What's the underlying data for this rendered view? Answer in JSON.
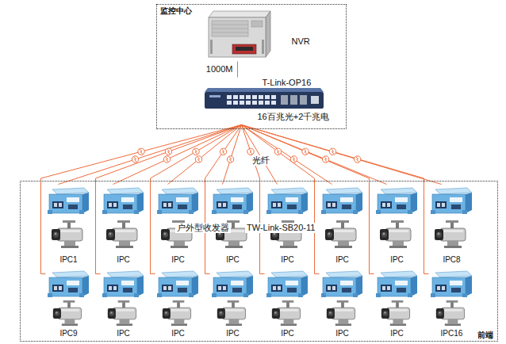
{
  "diagram": {
    "nodes": [
      {
        "text": [
          "监控中心"
        ]
      },
      {
        "text": [
          "NVR"
        ],
        "in": 0
      },
      {
        "text": [
          "T-Link-OP16",
          "16百兆光+2千兆电"
        ],
        "in": 0
      },
      {
        "text": [
          "前端"
        ]
      },
      {
        "text": [
          "IPC1"
        ],
        "in": 3
      },
      {
        "text": [
          "IPC"
        ],
        "in": 3
      },
      {
        "text": [
          "IPC"
        ],
        "in": 3
      },
      {
        "text": [
          "IPC"
        ],
        "in": 3
      },
      {
        "text": [
          "IPC"
        ],
        "in": 3
      },
      {
        "text": [
          "IPC"
        ],
        "in": 3
      },
      {
        "text": [
          "IPC"
        ],
        "in": 3
      },
      {
        "text": [
          "IPC8"
        ],
        "in": 3
      },
      {
        "text": [
          "IPC9"
        ],
        "in": 3
      },
      {
        "text": [
          "IPC"
        ],
        "in": 3
      },
      {
        "text": [
          "IPC"
        ],
        "in": 3
      },
      {
        "text": [
          "IPC"
        ],
        "in": 3
      },
      {
        "text": [
          "IPC"
        ],
        "in": 3
      },
      {
        "text": [
          "IPC"
        ],
        "in": 3
      },
      {
        "text": [
          "IPC"
        ],
        "in": 3
      },
      {
        "text": [
          "IPC16"
        ],
        "in": 3
      }
    ],
    "edges": [
      {
        "from": 1,
        "to": 2,
        "arrow": "none",
        "label": "1000M"
      },
      {
        "from": 2,
        "to": 4,
        "arrow": "none"
      },
      {
        "from": 2,
        "to": 5,
        "arrow": "none"
      },
      {
        "from": 2,
        "to": 6,
        "arrow": "none"
      },
      {
        "from": 2,
        "to": 7,
        "arrow": "none"
      },
      {
        "from": 2,
        "to": 8,
        "arrow": "none"
      },
      {
        "from": 2,
        "to": 9,
        "arrow": "none"
      },
      {
        "from": 2,
        "to": 10,
        "arrow": "none"
      },
      {
        "from": 2,
        "to": 11,
        "arrow": "none"
      },
      {
        "from": 2,
        "to": 12,
        "arrow": "none"
      },
      {
        "from": 2,
        "to": 13,
        "arrow": "none"
      },
      {
        "from": 2,
        "to": 14,
        "arrow": "none"
      },
      {
        "from": 2,
        "to": 15,
        "arrow": "none"
      },
      {
        "from": 2,
        "to": 16,
        "arrow": "none"
      },
      {
        "from": 2,
        "to": 17,
        "arrow": "none"
      },
      {
        "from": 2,
        "to": 18,
        "arrow": "none"
      },
      {
        "from": 2,
        "to": 19,
        "arrow": "none"
      }
    ],
    "labels": [
      "光纤",
      "户外型收发器",
      "TW-Link-SB20-11"
    ]
  }
}
